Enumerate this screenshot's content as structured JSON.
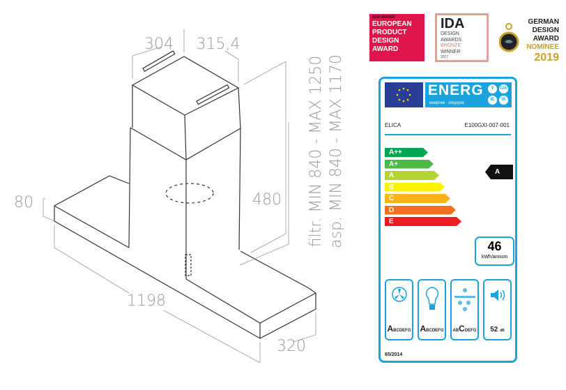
{
  "drawing": {
    "dims": {
      "chimney_width": "304",
      "chimney_depth": "315,4",
      "thickness": "80",
      "width": "1198",
      "depth": "320",
      "body_height": "480",
      "height_filter": "filtr. MIN 840 - MAX 1250",
      "height_extraction": "asp. MIN 840 - MAX 1170"
    }
  },
  "awards": {
    "epda": {
      "small": "2018 WINNER",
      "line1": "EUROPEAN",
      "line2": "PRODUCT",
      "line3": "DESIGN",
      "line4": "AWARD"
    },
    "ida": {
      "title": "IDA",
      "l1": "DESIGN",
      "l2": "AWARDS",
      "l3": "BRONZE",
      "l4": "WINNER",
      "l5": "2017"
    },
    "gda": {
      "l1": "GERMAN",
      "l2": "DESIGN",
      "l3": "AWARD",
      "l4": "NOMINEE",
      "l5": "2019"
    }
  },
  "energy_label": {
    "energ": "ENERG",
    "subtitle": "енергия · ενεργεια",
    "circles": [
      "Y",
      "IJA",
      "IE",
      "IA"
    ],
    "brand": "ELICA",
    "model": "E100GXI-007-001",
    "classes": [
      {
        "label": "A++",
        "color": "#00a651"
      },
      {
        "label": "A+",
        "color": "#4cb848"
      },
      {
        "label": "A",
        "color": "#b5d334"
      },
      {
        "label": "B",
        "color": "#fff200"
      },
      {
        "label": "C",
        "color": "#fbb316"
      },
      {
        "label": "D",
        "color": "#f26f22"
      },
      {
        "label": "E",
        "color": "#ed1c24"
      }
    ],
    "rating": "A",
    "consumption": "46",
    "consumption_unit": "kWh/annum",
    "fan_class": {
      "big": "A",
      "rest": "BCDEFG"
    },
    "light_class": {
      "big": "A",
      "rest": "BCDEFG"
    },
    "filter_class": {
      "pre": "AB",
      "big": "C",
      "rest": "DEFG"
    },
    "noise": "52",
    "noise_unit": "dB",
    "regulation": "65/2014",
    "accent": "#1aa3dc"
  }
}
